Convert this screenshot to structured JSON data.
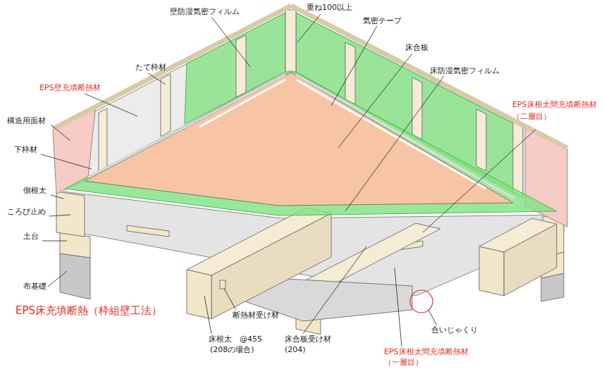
{
  "diagram": {
    "title": "EPS床充填断熱（枠組壁工法）",
    "labels": [
      "壁防湿気密フィルム",
      "重ね100以上",
      "気密テープ",
      "床合板",
      "床防湿気密フィルム",
      "たて枠材",
      "EPS壁充填断熱材",
      "EPS床根太間充填断熱材",
      "（二層目）",
      "構造用面材",
      "下枠材",
      "側根太",
      "ころび止め",
      "土台",
      "布基礎",
      "断熱材受け材",
      "合いじゃくり",
      "床根太　@455",
      "(208の場合)",
      "床合板受け材",
      "(204)",
      "EPS床根太間充填断熱材",
      "（一層目）"
    ]
  }
}
